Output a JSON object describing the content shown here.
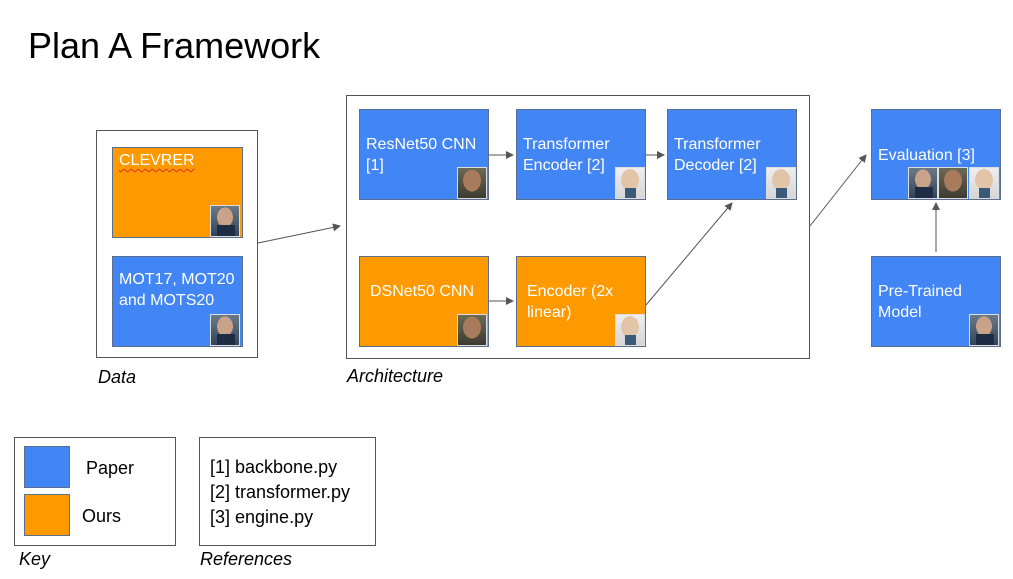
{
  "title": "Plan A Framework",
  "groups": {
    "data": "Data",
    "architecture": "Architecture",
    "key": "Key",
    "references": "References"
  },
  "nodes": {
    "clevrer": "CLEVRER",
    "mot": "MOT17, MOT20 and MOTS20",
    "resnet": "ResNet50 CNN [1]",
    "trans_enc": "Transformer Encoder [2]",
    "trans_dec": "Transformer Decoder [2]",
    "dsnet": "DSNet50 CNN",
    "encoder2x": "Encoder (2x linear)",
    "evaluation": "Evaluation [3]",
    "pretrained": "Pre-Trained Model"
  },
  "legend": [
    {
      "label": "Paper",
      "color": "#4285f4"
    },
    {
      "label": "Ours",
      "color": "#ff9900"
    }
  ],
  "references": [
    "[1] backbone.py",
    "[2] transformer.py",
    "[3] engine.py"
  ],
  "colors": {
    "paper": "#4285f4",
    "ours": "#ff9900",
    "arrow": "#555555"
  }
}
